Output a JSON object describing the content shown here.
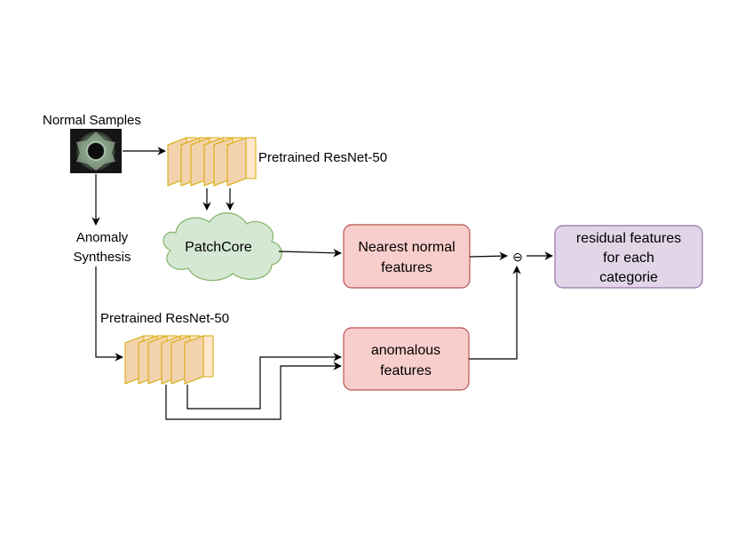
{
  "labels": {
    "normal_samples": "Normal Samples",
    "pretrained_top": "Pretrained ResNet-50",
    "anomaly_synthesis_line1": "Anomaly",
    "anomaly_synthesis_line2": "Synthesis",
    "pretrained_bottom": "Pretrained ResNet-50",
    "patchcore": "PatchCore",
    "nearest_line1": "Nearest normal",
    "nearest_line2": "features",
    "anomalous_line1": "anomalous",
    "anomalous_line2": "features",
    "residual_line1": "residual features",
    "residual_line2": "for each",
    "residual_line3": "categorie",
    "minus_symbol": "⊖"
  },
  "colors": {
    "layer_fill": "#ffe6cc",
    "layer_stroke": "#d6a900",
    "cloud_fill": "#d5e8d4",
    "cloud_stroke": "#82b366",
    "red_fill": "#f8cecc",
    "red_stroke": "#b85450",
    "purple_fill": "#e1d5e7",
    "purple_stroke": "#9673a6"
  },
  "icons": {
    "sample_image": "metal-nut-sample-icon"
  }
}
